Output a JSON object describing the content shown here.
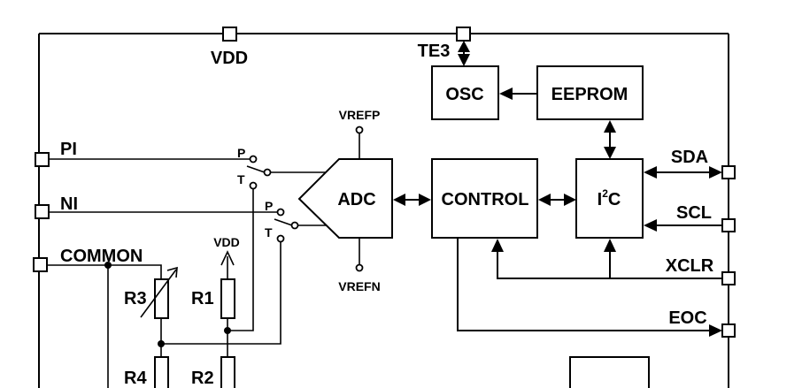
{
  "diagram": {
    "title": "",
    "pins": {
      "vdd": "VDD",
      "te3": "TE3",
      "pi": "PI",
      "ni": "NI",
      "common": "COMMON",
      "sda": "SDA",
      "scl": "SCL",
      "xclr": "XCLR",
      "eoc": "EOC"
    },
    "blocks": {
      "osc": "OSC",
      "eeprom": "EEPROM",
      "adc": "ADC",
      "control": "CONTROL",
      "i2c_main": "I",
      "i2c_sup": "2",
      "i2c_tail": "C"
    },
    "adc_refs": {
      "vrefp": "VREFP",
      "vrefn": "VREFN"
    },
    "switches": {
      "sw1_p": "P",
      "sw1_t": "T",
      "sw2_p": "P",
      "sw2_t": "T"
    },
    "resistors": {
      "r1": "R1",
      "r2": "R2",
      "r3": "R3",
      "r4": "R4"
    },
    "supply": {
      "vdd_local": "VDD"
    }
  }
}
